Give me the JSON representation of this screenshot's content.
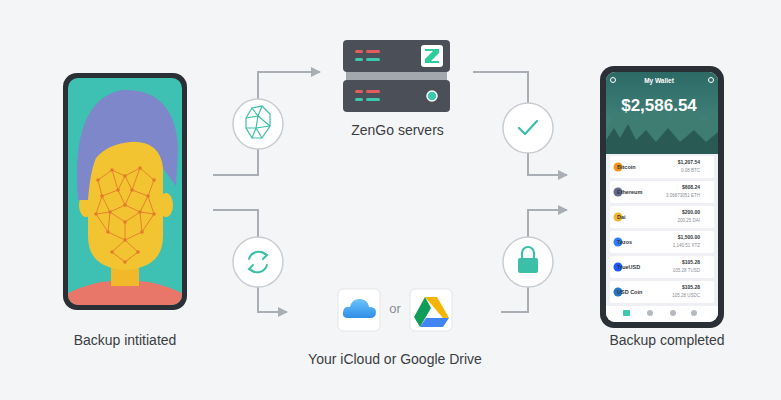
{
  "diagram": {
    "nodes": [
      {
        "text": [
          "Backup intitiated"
        ]
      },
      {
        "text": [
          "ZenGo servers"
        ]
      },
      {
        "text": [
          "or",
          "Your iCloud or Google Drive"
        ]
      },
      {
        "text": [
          "Backup completed"
        ]
      },
      {
        "text": [
          "My Wallet",
          "$2,586.54"
        ],
        "in": 3
      },
      {
        "text": [
          "Bitcoin",
          "$1,207.54",
          "0.08 BTC"
        ],
        "in": 4
      },
      {
        "text": [
          "Ethereum",
          "$608.24",
          "3.06873051 ETH"
        ],
        "in": 4
      },
      {
        "text": [
          "Dai",
          "$200.00",
          "200.25 DAI"
        ],
        "in": 4
      },
      {
        "text": [
          "Tezos",
          "$1,500.00",
          "1,140.51 XTZ"
        ],
        "in": 4
      },
      {
        "text": [
          "TrueUSD",
          "$105.28",
          "105.28 TUSD"
        ],
        "in": 4
      },
      {
        "text": [
          "USD Coin",
          "$105.28",
          "105.28 USDC"
        ],
        "in": 4
      }
    ],
    "edges": [
      {
        "from": 0,
        "to": 1,
        "arrow": "to"
      },
      {
        "from": 0,
        "to": 2,
        "arrow": "to"
      },
      {
        "from": 1,
        "to": 3,
        "arrow": "to"
      },
      {
        "from": 2,
        "to": 3,
        "arrow": "to"
      }
    ]
  }
}
